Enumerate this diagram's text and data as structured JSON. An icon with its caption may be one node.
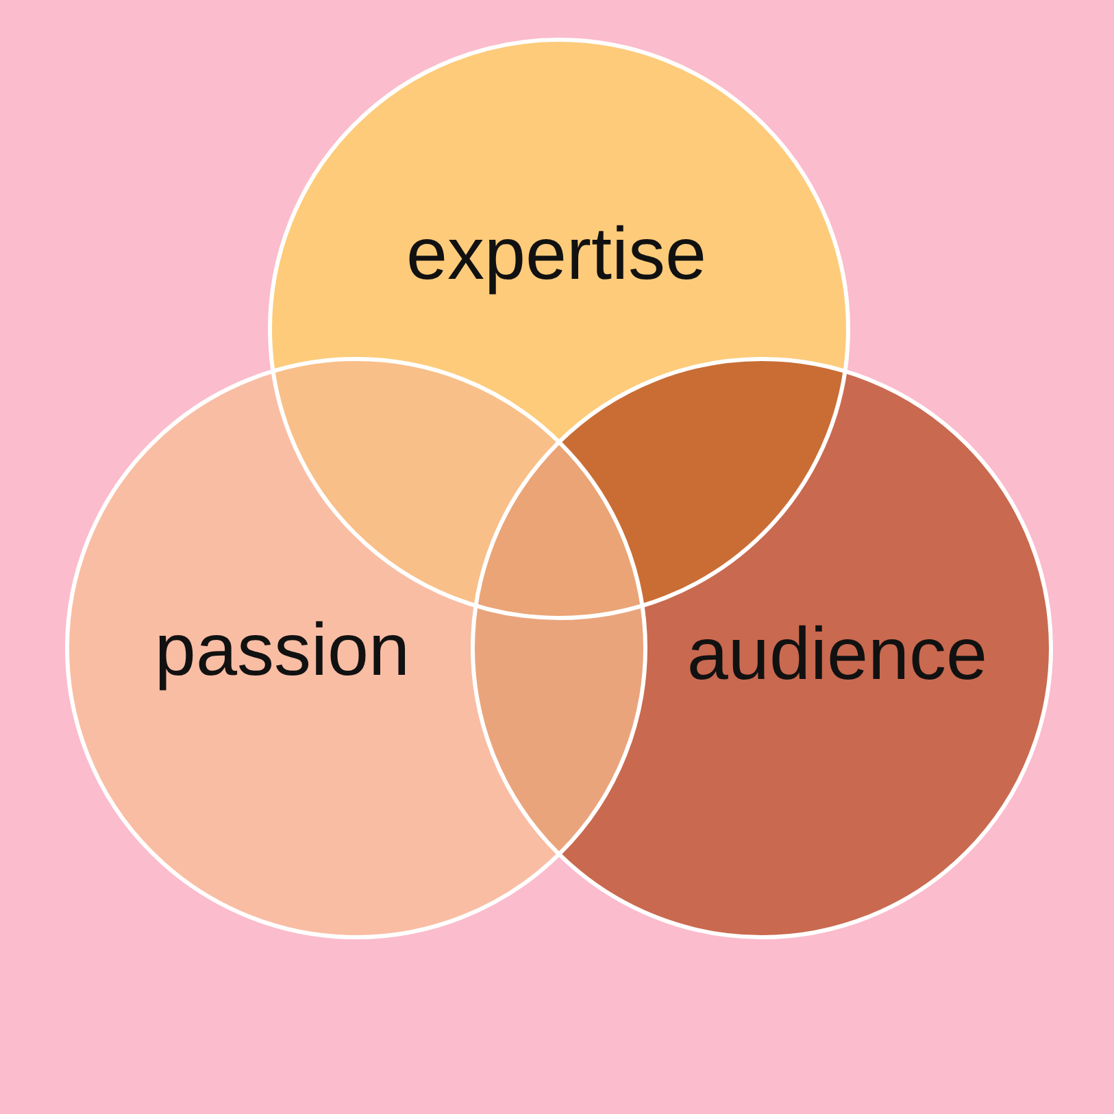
{
  "diagram": {
    "nodes": [
      {
        "text": [
          "expertise"
        ]
      },
      {
        "text": [
          "passion"
        ]
      },
      {
        "text": [
          "audience"
        ]
      }
    ]
  }
}
